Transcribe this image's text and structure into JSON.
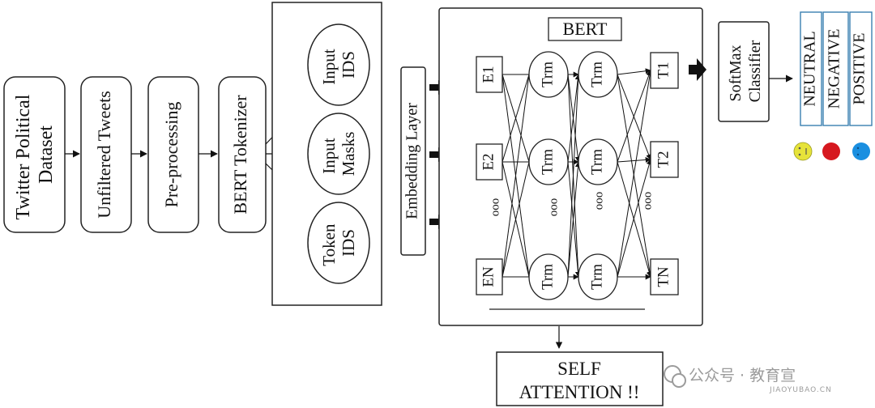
{
  "pipeline": {
    "dataset": [
      "Twitter Political",
      "Dataset"
    ],
    "unfiltered": "Unfiltered Tweets",
    "preprocessing": "Pre-processing",
    "tokenizer": "BERT Tokenizer"
  },
  "tokenizer_outputs": {
    "input_ids": [
      "Input",
      "IDS"
    ],
    "input_masks": [
      "Input",
      "Masks"
    ],
    "token_ids": [
      "Token",
      "IDS"
    ]
  },
  "embedding_layer": "Embedding Layer",
  "bert": {
    "title": "BERT",
    "embeddings": [
      "E1",
      "E2",
      "EN"
    ],
    "trm": "Trm",
    "outputs": [
      "T1",
      "T2",
      "TN"
    ],
    "ellipsis": "ooo"
  },
  "self_attention": [
    "SELF",
    "ATTENTION !!"
  ],
  "classifier": [
    "SoftMax",
    "Classifier"
  ],
  "labels": [
    "NEUTRAL",
    "NEGATIVE",
    "POSITIVE"
  ],
  "label_colors": {
    "neutral": "#e6e33a",
    "negative": "#d6181f",
    "positive": "#1a8fe0"
  },
  "watermark": {
    "text": "公众号 · 教育宣",
    "sub": "JIAOYUBAO.CN"
  }
}
